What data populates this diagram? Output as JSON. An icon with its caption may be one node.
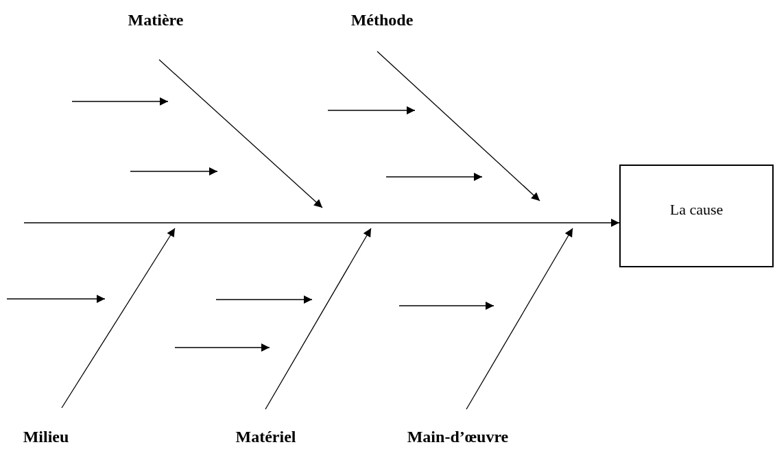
{
  "diagram": {
    "nodes": [
      {
        "text": [
          "La cause"
        ]
      },
      {
        "text": [
          "Matière"
        ]
      },
      {
        "text": [
          "Méthode"
        ]
      },
      {
        "text": [
          "Milieu"
        ]
      },
      {
        "text": [
          "Matériel"
        ]
      },
      {
        "text": [
          "Main-d’œuvre"
        ]
      }
    ],
    "edges": [
      {
        "from": null,
        "to": 0,
        "arrow": "to"
      },
      {
        "from": 1,
        "to": null,
        "arrow": "to"
      },
      {
        "from": 2,
        "to": null,
        "arrow": "to"
      },
      {
        "from": 3,
        "to": null,
        "arrow": "to"
      },
      {
        "from": 4,
        "to": null,
        "arrow": "to"
      },
      {
        "from": 5,
        "to": null,
        "arrow": "to"
      }
    ]
  }
}
